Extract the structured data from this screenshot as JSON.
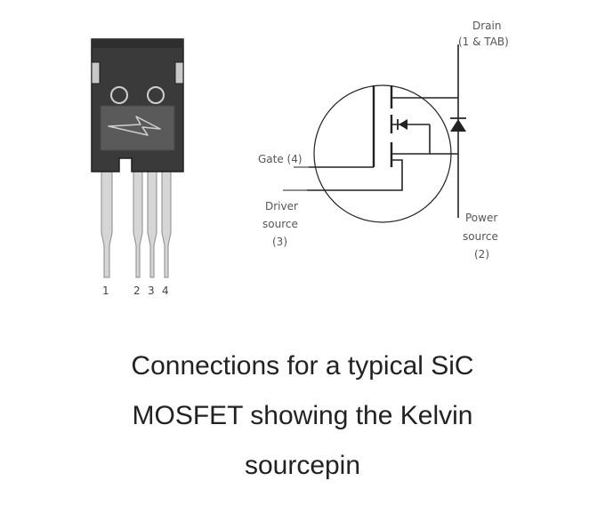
{
  "labels": {
    "drain": "Drain",
    "drain_pins": "(1 & TAB)",
    "gate": "Gate (4)",
    "driver_source": [
      "Driver",
      "source",
      "(3)"
    ],
    "power_source": [
      "Power",
      "source",
      "(2)"
    ]
  },
  "pin_numbers": [
    "1",
    "2",
    "3",
    "4"
  ],
  "caption": {
    "lines": [
      "Connections for a typical SiC",
      "MOSFET showing the Kelvin",
      "sourcepin"
    ]
  },
  "colors": {
    "package_body": "#3a3a3a",
    "package_window": "#5a5a5a",
    "leads": "#d6d6d6",
    "line": "#222222",
    "text": "#555555"
  }
}
